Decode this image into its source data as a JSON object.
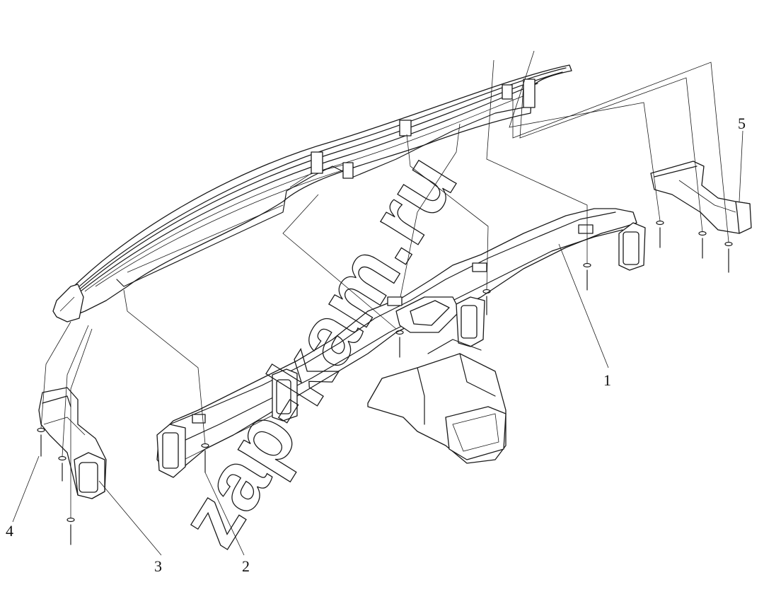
{
  "callouts": [
    {
      "id": "1",
      "label": "1"
    },
    {
      "id": "2",
      "label": "2"
    },
    {
      "id": "3",
      "label": "3"
    },
    {
      "id": "4",
      "label": "4"
    },
    {
      "id": "5",
      "label": "5"
    }
  ],
  "watermark": {
    "text": "zap-kam.ru"
  }
}
